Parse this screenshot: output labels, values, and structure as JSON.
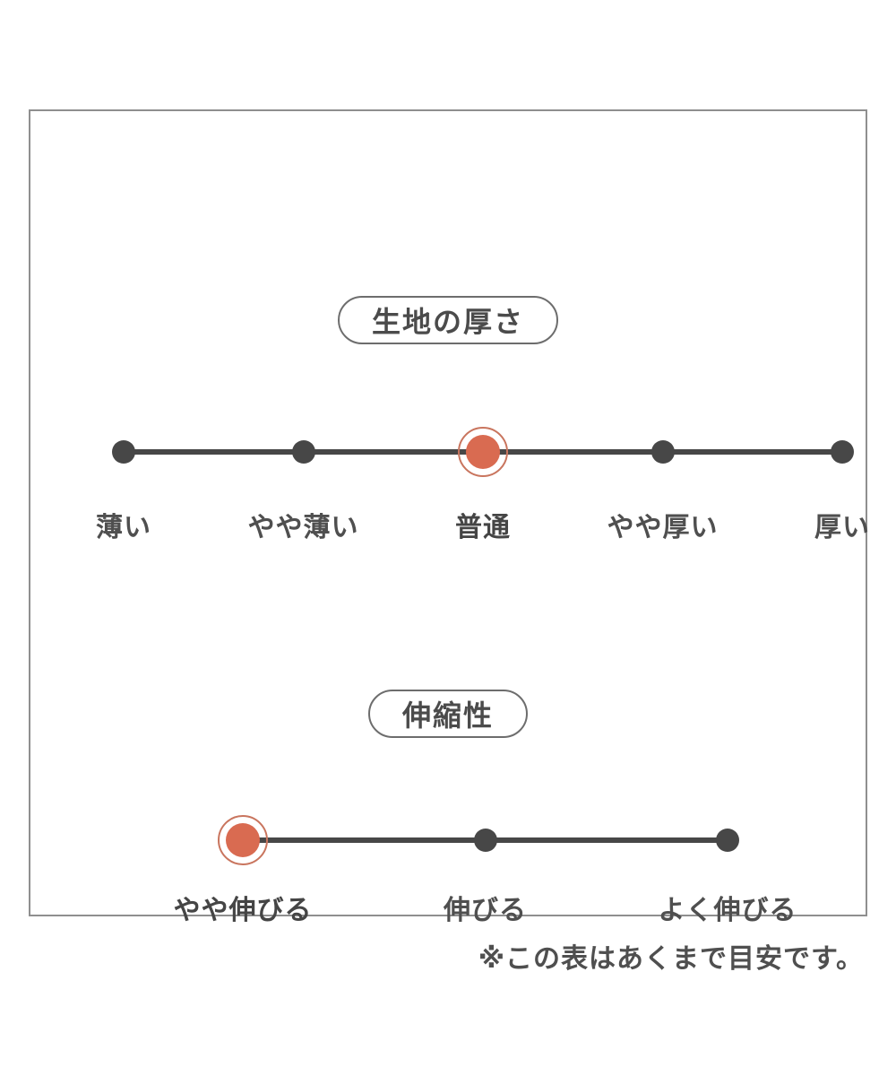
{
  "page": {
    "footnote": "※この表はあくまで目安です。"
  },
  "colors": {
    "accent": "#d96b51",
    "accent_ring": "#c9755e",
    "track": "#474747",
    "text": "#4f4f4f",
    "frame_border": "#8f8f8f"
  },
  "chart_data": [
    {
      "type": "scale",
      "title": "生地の厚さ",
      "categories": [
        "薄い",
        "やや薄い",
        "普通",
        "やや厚い",
        "厚い"
      ],
      "selected_index": 2,
      "selected_label": "普通",
      "legend_position": "none",
      "grid": false
    },
    {
      "type": "scale",
      "title": "伸縮性",
      "categories": [
        "やや伸びる",
        "伸びる",
        "よく伸びる"
      ],
      "selected_index": 0,
      "selected_label": "やや伸びる",
      "legend_position": "none",
      "grid": false
    }
  ]
}
